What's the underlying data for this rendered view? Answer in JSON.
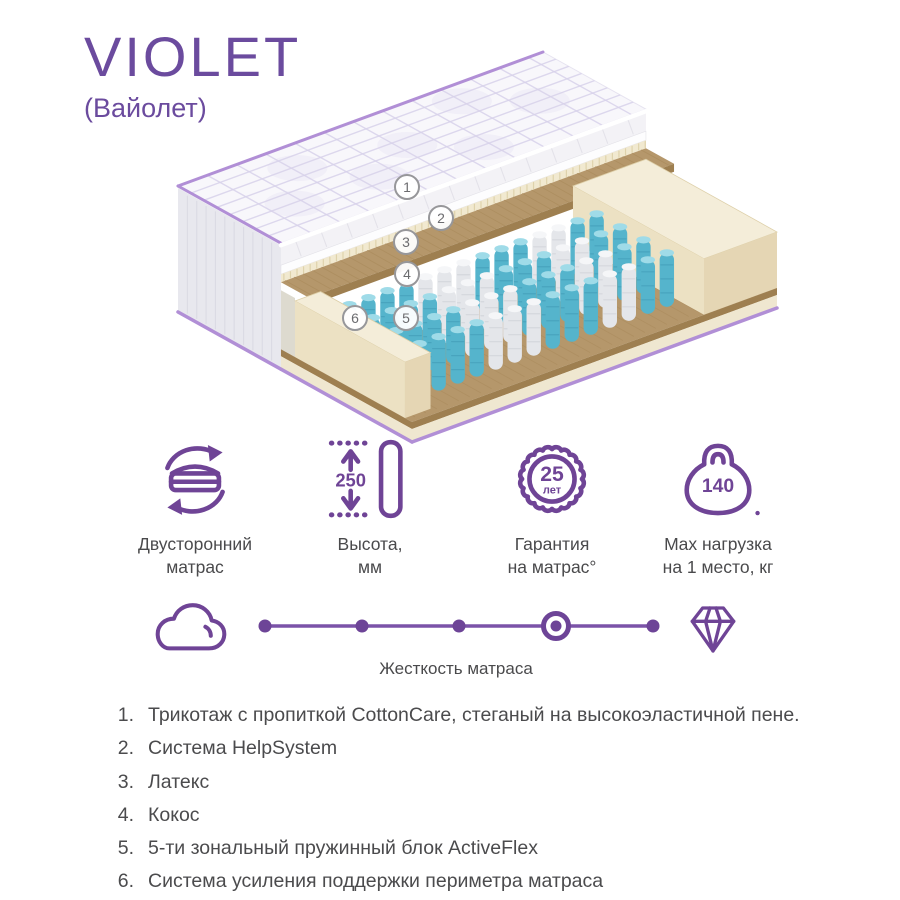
{
  "title": "VIOLET",
  "subtitle": "(Вайолет)",
  "callouts": [
    "1",
    "2",
    "3",
    "4",
    "5",
    "6"
  ],
  "features": [
    {
      "name": "double-sided",
      "label_lines": [
        "Двусторонний",
        "матрас"
      ]
    },
    {
      "name": "height",
      "value": "250",
      "label_lines": [
        "Высота,",
        "мм"
      ]
    },
    {
      "name": "warranty",
      "value": "25",
      "unit": "лет",
      "label_lines": [
        "Гарантия",
        "на матрас°"
      ]
    },
    {
      "name": "max-load",
      "value": "140",
      "label_lines": [
        "Max нагрузка",
        "на 1 место, кг"
      ]
    }
  ],
  "firmness": {
    "label": "Жесткость матраса",
    "levels": 5,
    "active": 4
  },
  "layers": [
    {
      "num": "1.",
      "text": "Трикотаж с пропиткой CottonCare, стеганый на высокоэластичной пене."
    },
    {
      "num": "2.",
      "text": "Система HelpSystem"
    },
    {
      "num": "3.",
      "text": "Латекс"
    },
    {
      "num": "4.",
      "text": "Кокос"
    },
    {
      "num": "5.",
      "text": "5-ти зональный пружинный блок ActiveFlex"
    },
    {
      "num": "6.",
      "text": "Система усиления поддержки периметра матраса"
    }
  ],
  "illustration": {
    "spring_zones": [
      "teal",
      "white",
      "teal",
      "white",
      "teal"
    ],
    "zone_cols": [
      4,
      3,
      3,
      2,
      2
    ]
  },
  "colors": {
    "accent": "#6f4496",
    "title_purple": "#6b4b9e",
    "text_gray": "#4a4a4c",
    "piping": "#b18fd6",
    "quilt": "#f8f7fb",
    "quilt_line": "#d8d2ea",
    "side_fabric": "#e8e8ee",
    "helpsystem_band": "#fdfdfe",
    "latex": "#f1e9d0",
    "coco": "#b5976b",
    "coco_dark": "#9e7f50",
    "foam_top": "#f4edd9",
    "foam_side": "#ece1c3",
    "foam_front": "#e5d6b4",
    "spring_teal": "#55b4cc",
    "spring_teal_cap": "#9fdbe8",
    "spring_teal_coil": "#3f98b3",
    "spring_white": "#e4e6ea",
    "spring_white_cap": "#f5f6f8",
    "spring_white_coil": "#c9ccd2",
    "slider_line": "#7b53a8",
    "slider_dot": "#6d4497"
  }
}
